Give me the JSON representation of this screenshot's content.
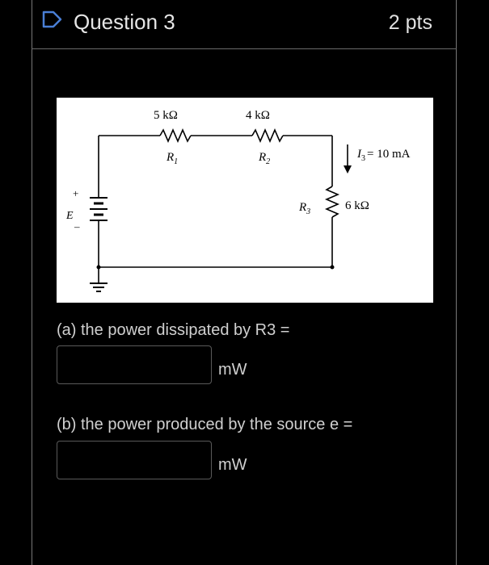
{
  "question": {
    "title": "Question 3",
    "points": "2 pts"
  },
  "diagram": {
    "r1_value": "5 kΩ",
    "r1_label": "R",
    "r1_sub": "1",
    "r2_value": "4 kΩ",
    "r2_label": "R",
    "r2_sub": "2",
    "r3_label": "R",
    "r3_sub": "3",
    "r3_value": "6 kΩ",
    "current_label": "I",
    "current_sub": "3",
    "current_value": "= 10 mA",
    "source_label": "E",
    "plus_sign": "+",
    "minus_sign": "–"
  },
  "part_a": {
    "prompt": "(a) the power dissipated by R3 =",
    "value": "",
    "unit": "mW"
  },
  "part_b": {
    "prompt": "(b) the power produced by the source e =",
    "value": "",
    "unit": "mW"
  }
}
